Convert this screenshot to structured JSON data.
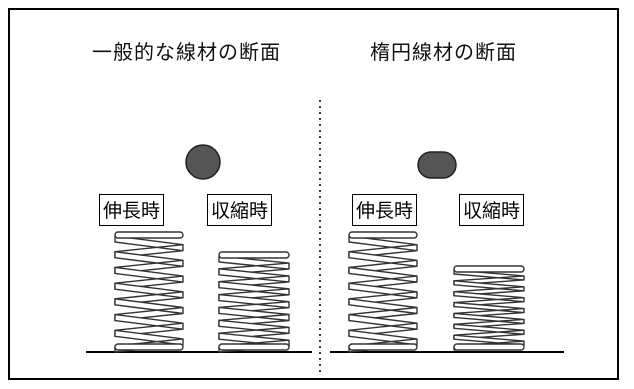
{
  "panels": [
    {
      "title": "一般的な線材の断面",
      "wire_shape": "circle",
      "labels": {
        "extended": "伸長時",
        "compressed": "収縮時"
      },
      "springs": {
        "extended_turns": 7,
        "compressed_turns": 7
      }
    },
    {
      "title": "楕円線材の断面",
      "wire_shape": "ellipse",
      "labels": {
        "extended": "伸長時",
        "compressed": "収縮時"
      },
      "springs": {
        "extended_turns": 7,
        "compressed_turns": 7
      }
    }
  ],
  "colors": {
    "border": "#000000",
    "wire_cross_section": "#555555",
    "spring_fill": "#ffffff",
    "spring_stroke": "#333333",
    "divider": "#333333",
    "ground": "#000000"
  }
}
